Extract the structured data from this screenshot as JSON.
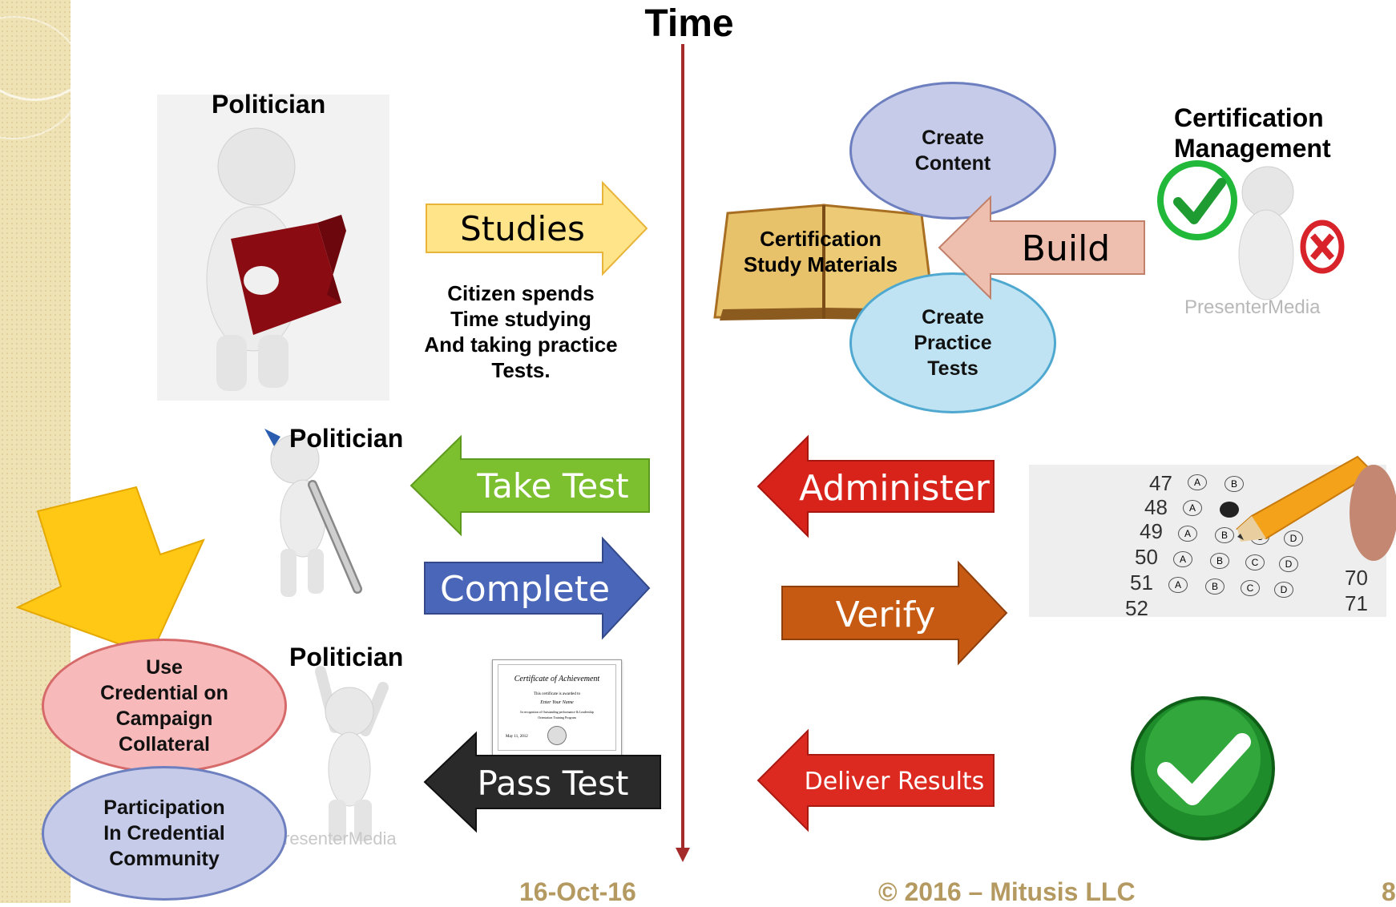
{
  "title": "Time",
  "left": {
    "studies_label": "Politician",
    "studies_arrow": "Studies",
    "study_caption": [
      "Citizen spends",
      "Time studying",
      "And taking practice",
      "Tests."
    ],
    "take_test_label": "Politician",
    "take_test_arrow": "Take Test",
    "complete_arrow": "Complete",
    "pass_label": "Politician",
    "pass_arrow": "Pass Test",
    "certificate": {
      "heading": "Certificate of Achievement",
      "line1": "This certificate is awarded to",
      "name": "Enter Your Name",
      "line2": "In recognition of Outstanding performance & Leadership",
      "line3": "Orientation Training Program",
      "date": "May 11, 2012"
    },
    "use_credential": [
      "Use",
      "Credential on",
      "Campaign",
      "Collateral"
    ],
    "participation": [
      "Participation",
      "In Credential",
      "Community"
    ],
    "watermark": "resenterMedia"
  },
  "right": {
    "create_content": [
      "Create",
      "Content"
    ],
    "study_materials": [
      "Certification",
      "Study Materials"
    ],
    "build_arrow": "Build",
    "create_tests": [
      "Create",
      "Practice",
      "Tests"
    ],
    "cert_mgmt": [
      "Certification",
      "Management"
    ],
    "watermark": "PresenterMedia",
    "administer_arrow": "Administer",
    "verify_arrow": "Verify",
    "deliver_arrow": "Deliver Results",
    "answer_sheet": {
      "rows": [
        "47",
        "48",
        "49",
        "50",
        "51",
        "52"
      ],
      "choices": [
        "A",
        "B",
        "C",
        "D"
      ],
      "right_rows": [
        "70",
        "71"
      ]
    }
  },
  "footer": {
    "date": "16-Oct-16",
    "copyright": "© 2016 – Mitusis LLC",
    "page": "8"
  },
  "colors": {
    "timeline": "#a52a2a",
    "studies": "#ffe48a",
    "take_test": "#7cbf2f",
    "complete": "#4a66b8",
    "pass_test": "#2a2a2a",
    "build": "#eebfae",
    "administer": "#d8231b",
    "verify": "#c65a13",
    "deliver": "#dc2a20",
    "create_content": "#c5cbe8",
    "create_tests": "#bfe3f2",
    "use_credential": "#f7b9b9",
    "participation": "#c5cbe8",
    "footer": "#b49a61"
  }
}
